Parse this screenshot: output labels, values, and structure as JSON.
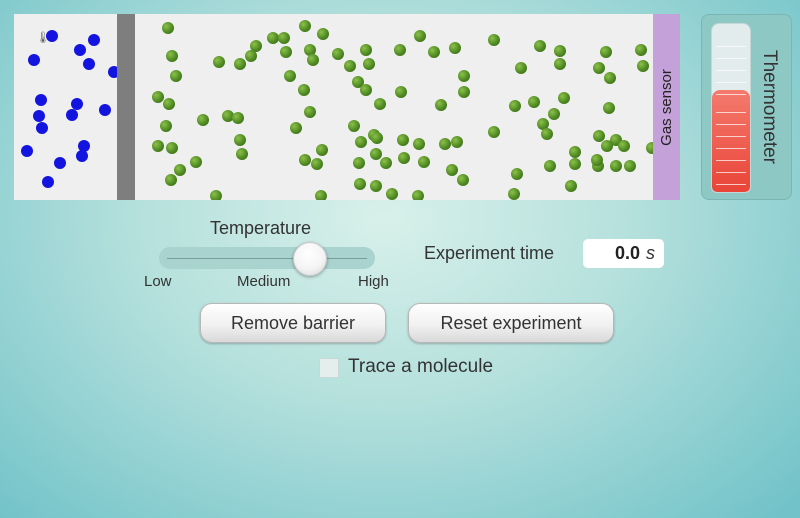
{
  "container": {
    "icons": [
      "thermometer-small-icon",
      "padlock-icon"
    ],
    "colors": {
      "blue": "#1414e0",
      "green": "#4f8a22",
      "barrier": "#7e7e7e",
      "sensor": "#c4a1d9"
    },
    "sensor_label": "Gas sensor"
  },
  "thermometer": {
    "label": "Thermometer",
    "fill_fraction": 0.61,
    "fill_color": "#ea4438"
  },
  "temperature": {
    "title": "Temperature",
    "slider_value": 0.73,
    "labels": {
      "low": "Low",
      "medium": "Medium",
      "high": "High"
    }
  },
  "experiment": {
    "label": "Experiment time",
    "value": "0.0",
    "unit": "s"
  },
  "buttons": {
    "remove_barrier": "Remove barrier",
    "reset": "Reset experiment"
  },
  "trace": {
    "label": "Trace a molecule",
    "checked": false
  }
}
